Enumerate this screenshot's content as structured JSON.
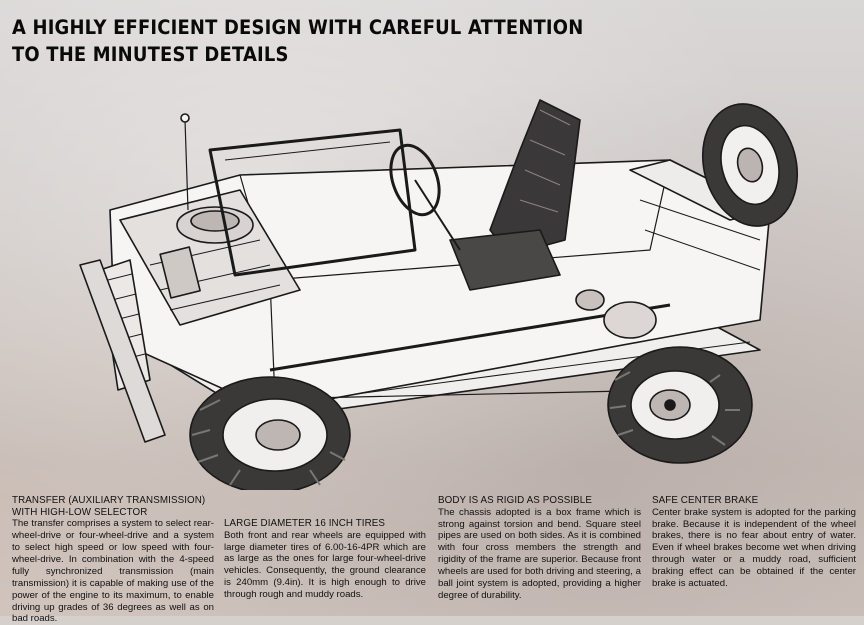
{
  "headline": {
    "line1": "A HIGHLY EFFICIENT DESIGN WITH CAREFUL ATTENTION",
    "line2": "TO THE MINUTEST DETAILS"
  },
  "sections": [
    {
      "title_line1": "TRANSFER (AUXILIARY TRANSMISSION)",
      "title_line2": "WITH HIGH-LOW SELECTOR",
      "body": "The transfer comprises a system to select rear-wheel-drive or four-wheel-drive and a system to select high speed or low speed with four-wheel-drive. In combination with the 4-speed fully synchronized transmission (main transmission) it is capable of making use of the power of the engine to its maximum, to enable driving up grades of 36 degrees as well as on bad roads."
    },
    {
      "title_line1": "LARGE DIAMETER 16 INCH TIRES",
      "body": "Both front and rear wheels are equipped with large diameter tires of 6.00-16-4PR which are as large as the ones for large four-wheel-drive vehicles. Consequently, the ground clearance is 240mm (9.4in). It is high enough to drive through rough and muddy roads."
    },
    {
      "title_line1": "BODY IS AS RIGID AS POSSIBLE",
      "body": "The chassis adopted is a box frame which is strong against torsion and bend. Square steel pipes are used on both sides. As it is combined with four cross members the strength and rigidity of the frame are superior. Because front wheels are used for both driving and steering, a ball joint system is adopted, providing a higher degree of durability."
    },
    {
      "title_line1": "SAFE CENTER BRAKE",
      "body": "Center brake system is adopted for the parking brake. Because it is independent of the wheel brakes, there is no fear about entry of water. Even if wheel brakes become wet when driving through water or a muddy road, sufficient braking effect can be obtained if the center brake is actuated."
    }
  ]
}
